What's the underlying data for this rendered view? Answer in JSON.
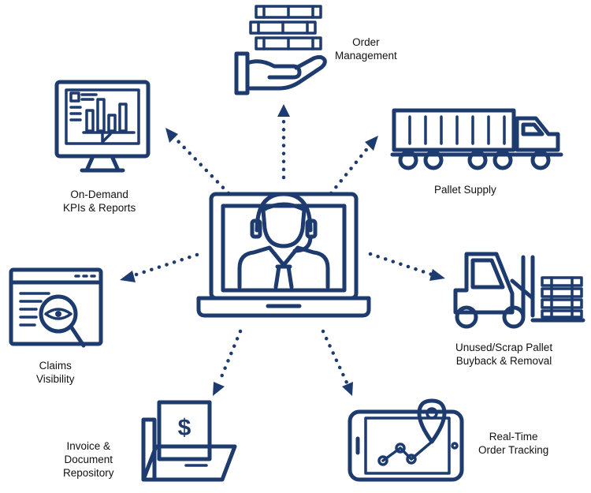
{
  "center": {
    "icon": "laptop-support-agent-icon"
  },
  "nodes": [
    {
      "id": "order-management",
      "icon": "pallets-in-hand-icon",
      "lines": [
        "Order",
        "Management"
      ]
    },
    {
      "id": "pallet-supply",
      "icon": "semi-truck-icon",
      "lines": [
        "Pallet Supply"
      ]
    },
    {
      "id": "buyback-removal",
      "icon": "forklift-icon",
      "lines": [
        "Unused/Scrap Pallet",
        "Buyback & Removal"
      ]
    },
    {
      "id": "order-tracking",
      "icon": "tablet-location-tracking-icon",
      "lines": [
        "Real-Time",
        "Order Tracking"
      ]
    },
    {
      "id": "document-repository",
      "icon": "folder-invoice-icon",
      "lines": [
        "Invoice &",
        "Document",
        "Repository"
      ]
    },
    {
      "id": "claims-visibility",
      "icon": "browser-magnifier-eye-icon",
      "lines": [
        "Claims",
        "Visibility"
      ]
    },
    {
      "id": "kpis-reports",
      "icon": "monitor-bar-chart-icon",
      "lines": [
        "On-Demand",
        "KPIs & Reports"
      ]
    }
  ],
  "colors": {
    "primary": "#1d3b6e",
    "text": "#111111"
  }
}
